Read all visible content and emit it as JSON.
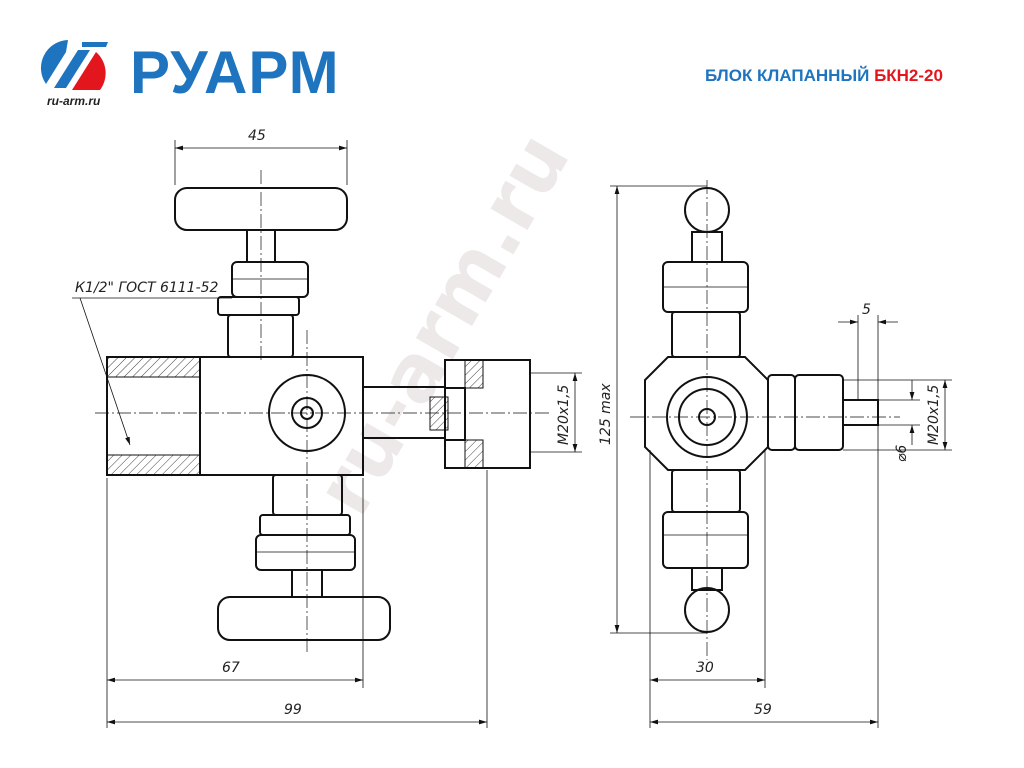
{
  "header": {
    "brand": "РУАРМ",
    "site": "ru-arm.ru",
    "title_prefix": "БЛОК КЛАПАННЫЙ",
    "title_model": "БКН2-20",
    "colors": {
      "blue": "#1f74bf",
      "red": "#e3161d"
    }
  },
  "watermark": "ru-arm.ru",
  "dimensions": {
    "handle_width": "45",
    "thread_note": "К1/2\" ГОСТ 6111-52",
    "side_thread_left": "M20x1,5",
    "height_max": "125 max",
    "pin_length": "5",
    "side_thread_right": "M20x1,5",
    "pin_diameter": "⌀6",
    "body_length": "67",
    "total_length": "99",
    "body_width": "30",
    "total_width": "59"
  }
}
